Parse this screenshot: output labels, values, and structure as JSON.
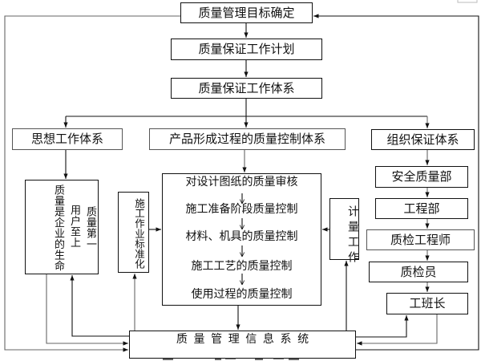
{
  "diagram": {
    "top_goal": "质量管理目标确定",
    "plan": "质量保证工作计划",
    "system": "质量保证工作体系",
    "ideology": {
      "title": "思想工作体系",
      "slogans": [
        "质量是企业的生命",
        "用户至上",
        "质量第一"
      ]
    },
    "product": {
      "title": "产品形成过程的质量控制体系",
      "steps": [
        "对设计图纸的质量审核",
        "施工准备阶段质量控制",
        "材料、机具的质量控制",
        "施工工艺的质量控制",
        "使用过程的质量控制"
      ]
    },
    "organization": {
      "title": "组织保证体系",
      "chain": [
        "安全质量部",
        "工程部",
        "质检工程师",
        "质检员",
        "工班长"
      ]
    },
    "construction_standardization": "施工作业标准化",
    "metering": "计量工作",
    "info_system": "质量管理信息系统"
  }
}
